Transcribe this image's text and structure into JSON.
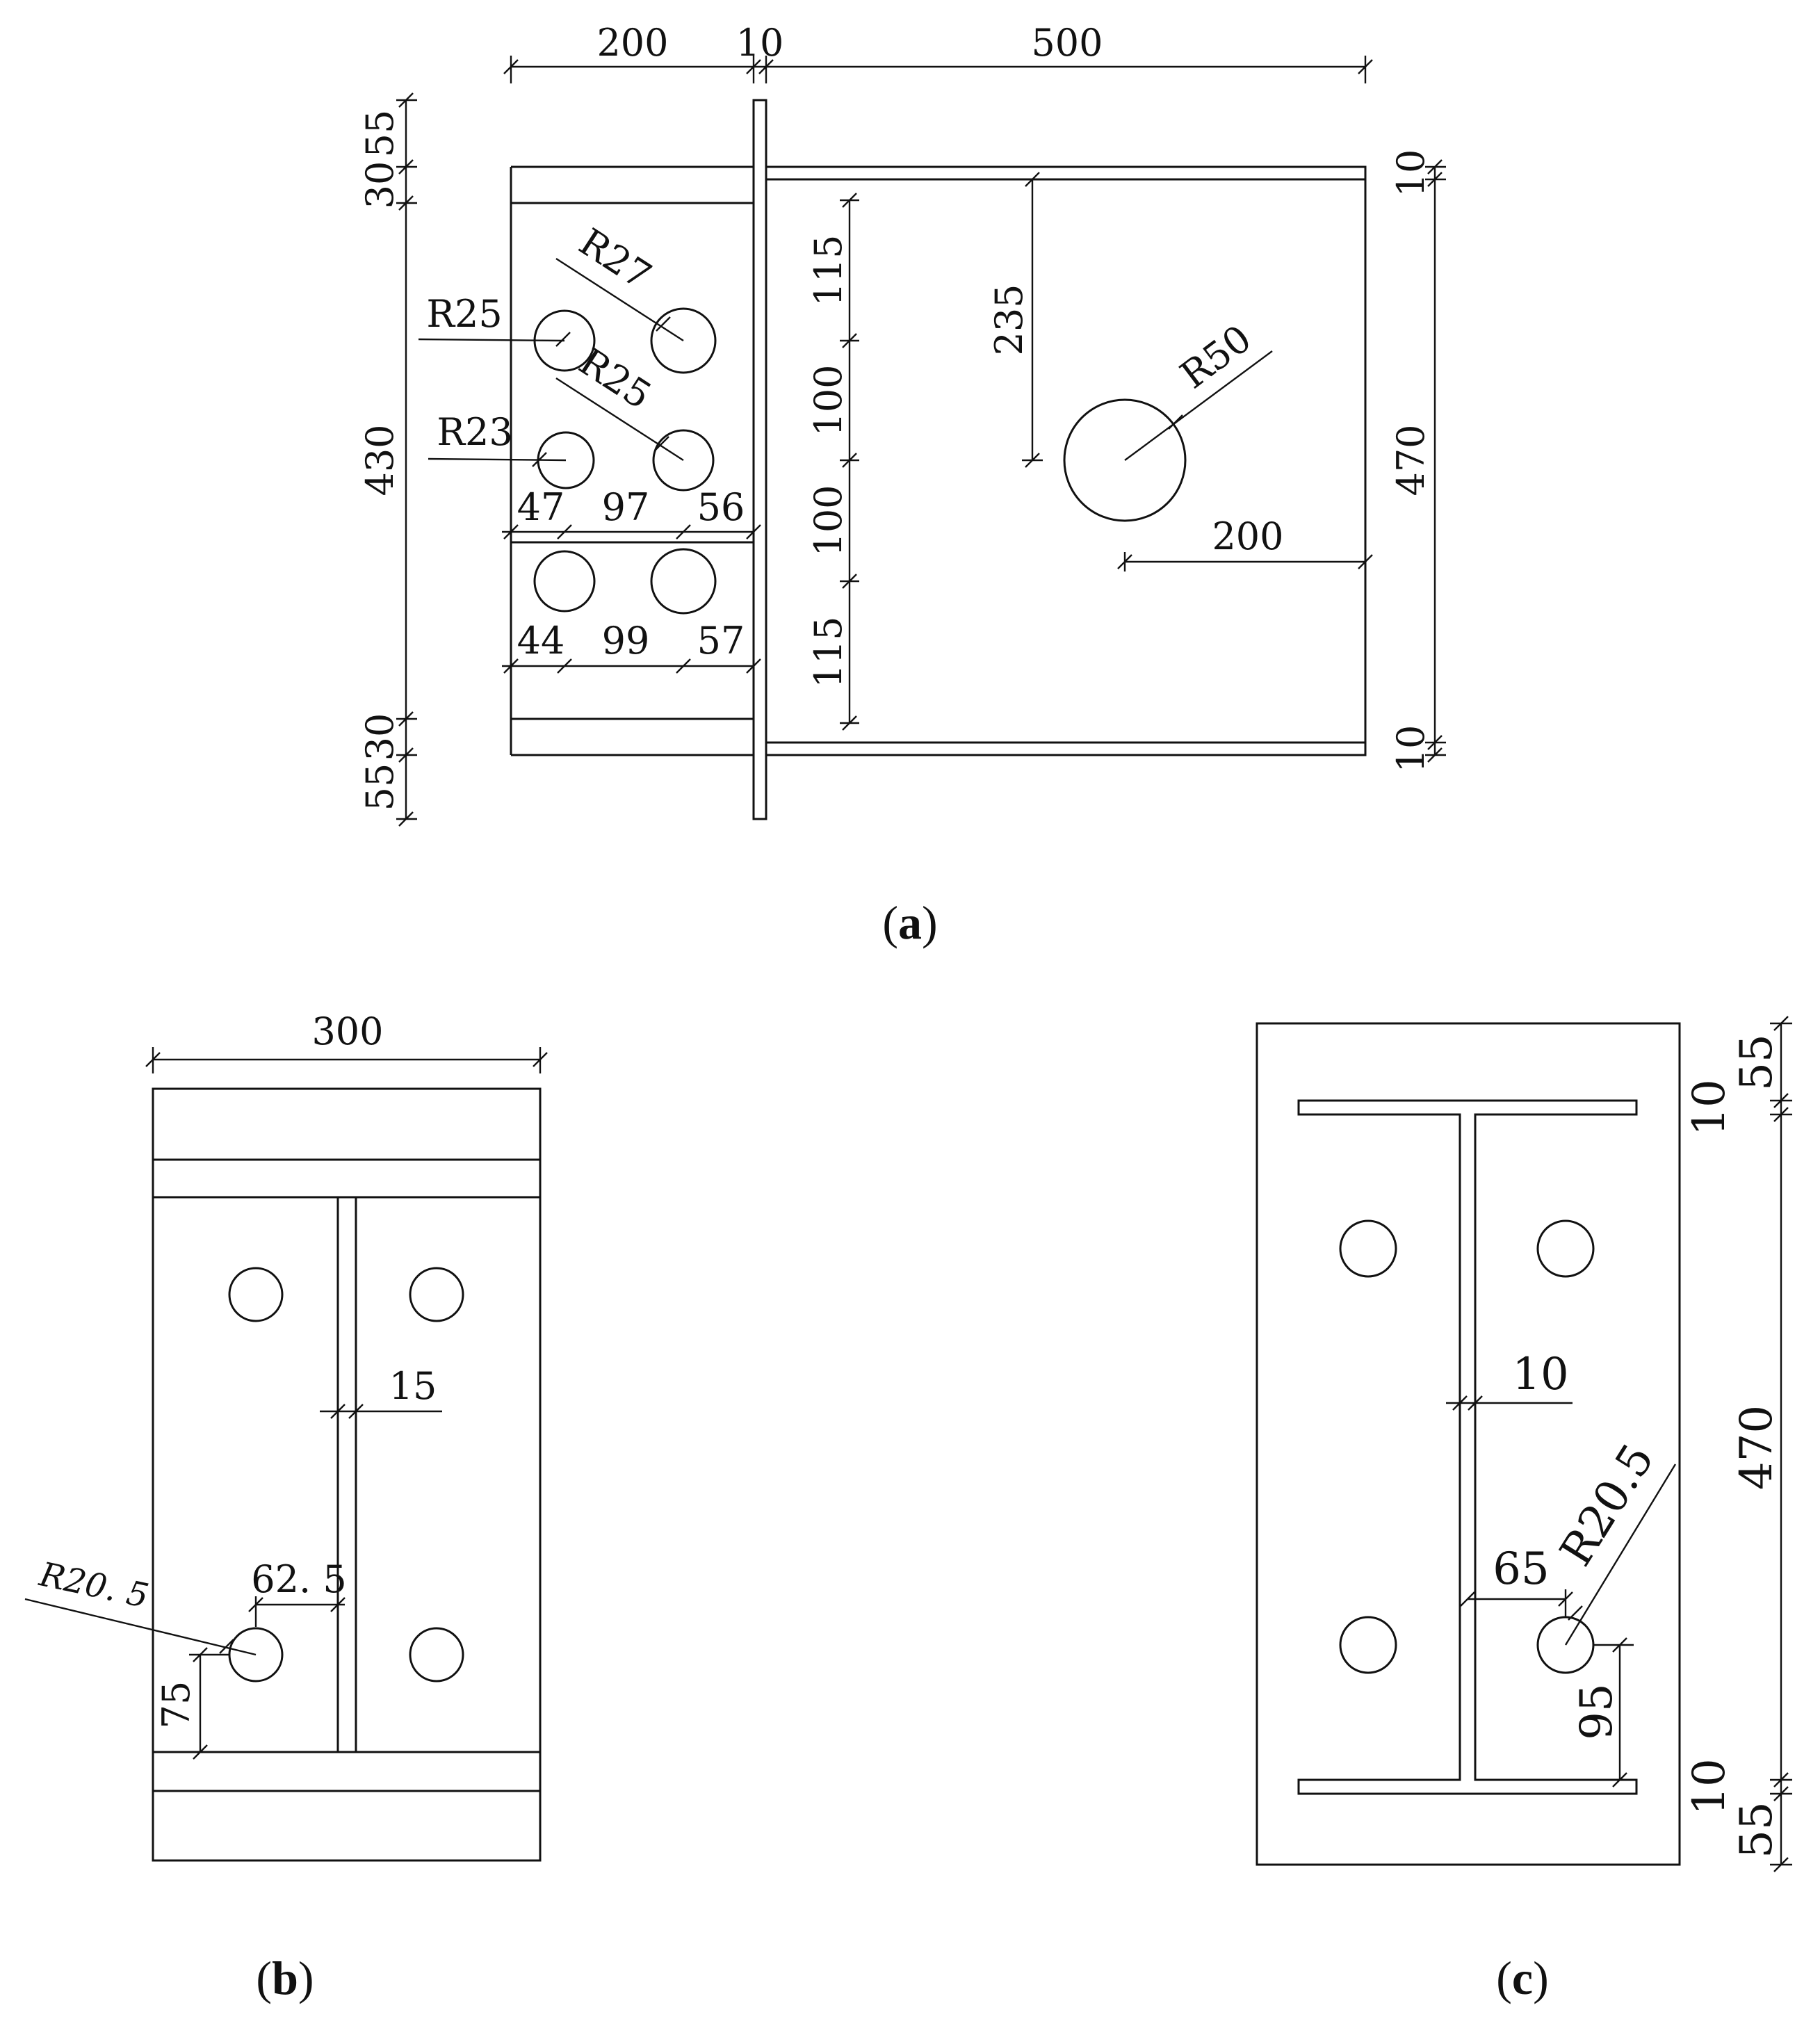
{
  "figure_a": {
    "caption_open": "(",
    "caption_letter": "a",
    "caption_close": ")",
    "top_dims": [
      "200",
      "10",
      "500"
    ],
    "left_dims": [
      "55",
      "30",
      "430",
      "30",
      "55"
    ],
    "right_dims": [
      "10",
      "470",
      "10"
    ],
    "hole_labels": [
      "R25",
      "R27",
      "R23",
      "R25"
    ],
    "web_dims": [
      "115",
      "100",
      "100",
      "115"
    ],
    "row1_dims": [
      "47",
      "97",
      "56"
    ],
    "row2_dims": [
      "44",
      "99",
      "57"
    ],
    "big_hole": {
      "radius_label": "R50",
      "v_dim": "235",
      "h_dim": "200"
    }
  },
  "figure_b": {
    "caption_open": "(",
    "caption_letter": "b",
    "caption_close": ")",
    "width_dim": "300",
    "web_dim": "15",
    "hole_label": "R20. 5",
    "offset_dim": "62. 5",
    "edge_dim": "75"
  },
  "figure_c": {
    "caption_open": "(",
    "caption_letter": "c",
    "caption_close": ")",
    "right_dims": [
      "55",
      "10",
      "470",
      "10",
      "55"
    ],
    "web_dim": "10",
    "hole_label": "R20.5",
    "offset_dim": "65",
    "edge_dim": "95"
  }
}
